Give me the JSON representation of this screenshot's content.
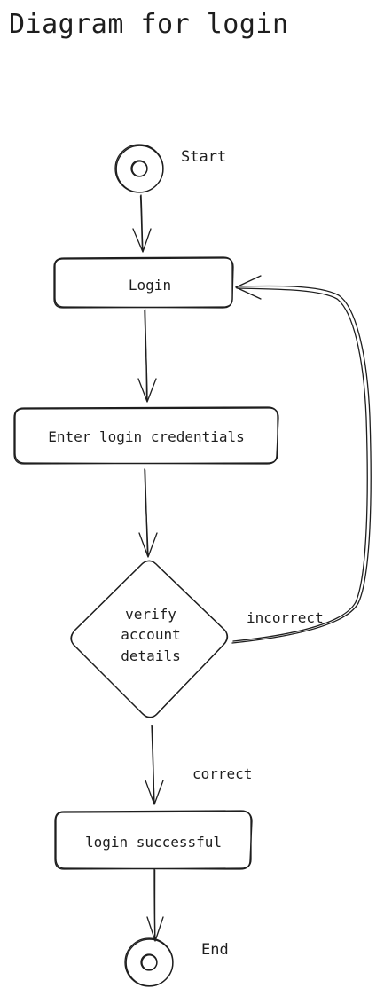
{
  "title": "Diagram for login",
  "nodes": {
    "start": "Start",
    "login": "Login",
    "enter_credentials": "Enter login credentials",
    "verify": [
      "verify",
      "account",
      "details"
    ],
    "success": "login successful",
    "end": "End"
  },
  "edges": {
    "incorrect": "incorrect",
    "correct": "correct"
  }
}
